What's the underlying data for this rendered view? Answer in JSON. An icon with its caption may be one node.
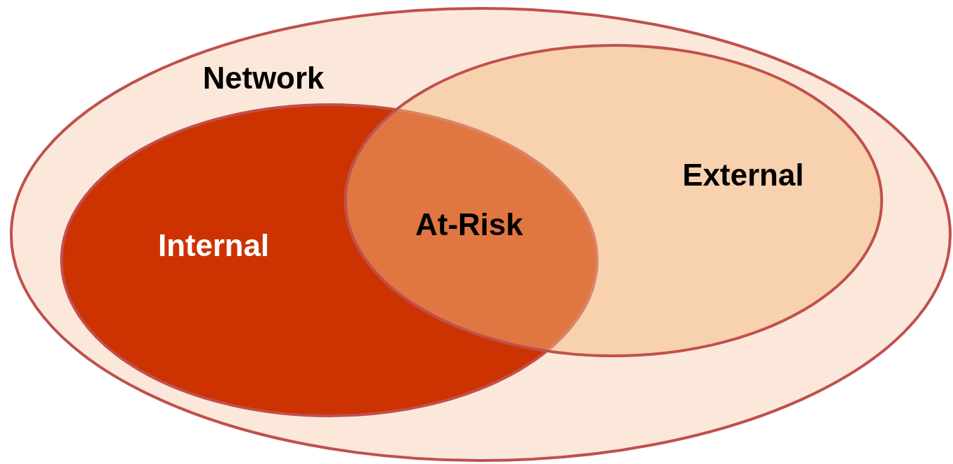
{
  "diagram": {
    "nodes": [
      {
        "text": [
          "Network"
        ]
      },
      {
        "text": [
          "Internal"
        ],
        "in": 0
      },
      {
        "text": [
          "External"
        ],
        "in": 0
      }
    ],
    "labels": [
      "At-Risk"
    ]
  }
}
